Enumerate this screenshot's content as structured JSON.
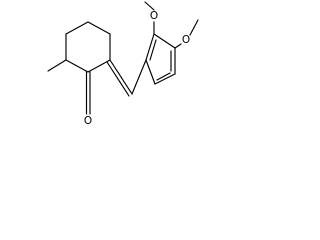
{
  "molecule": {
    "atom_labels": {
      "ketone_oxygen": "O",
      "methoxy_oxygen_upper": "O",
      "methoxy_oxygen_right": "O"
    },
    "colors": {
      "bond": "#000000",
      "atom_label": "#000000",
      "background": "#ffffff"
    }
  }
}
